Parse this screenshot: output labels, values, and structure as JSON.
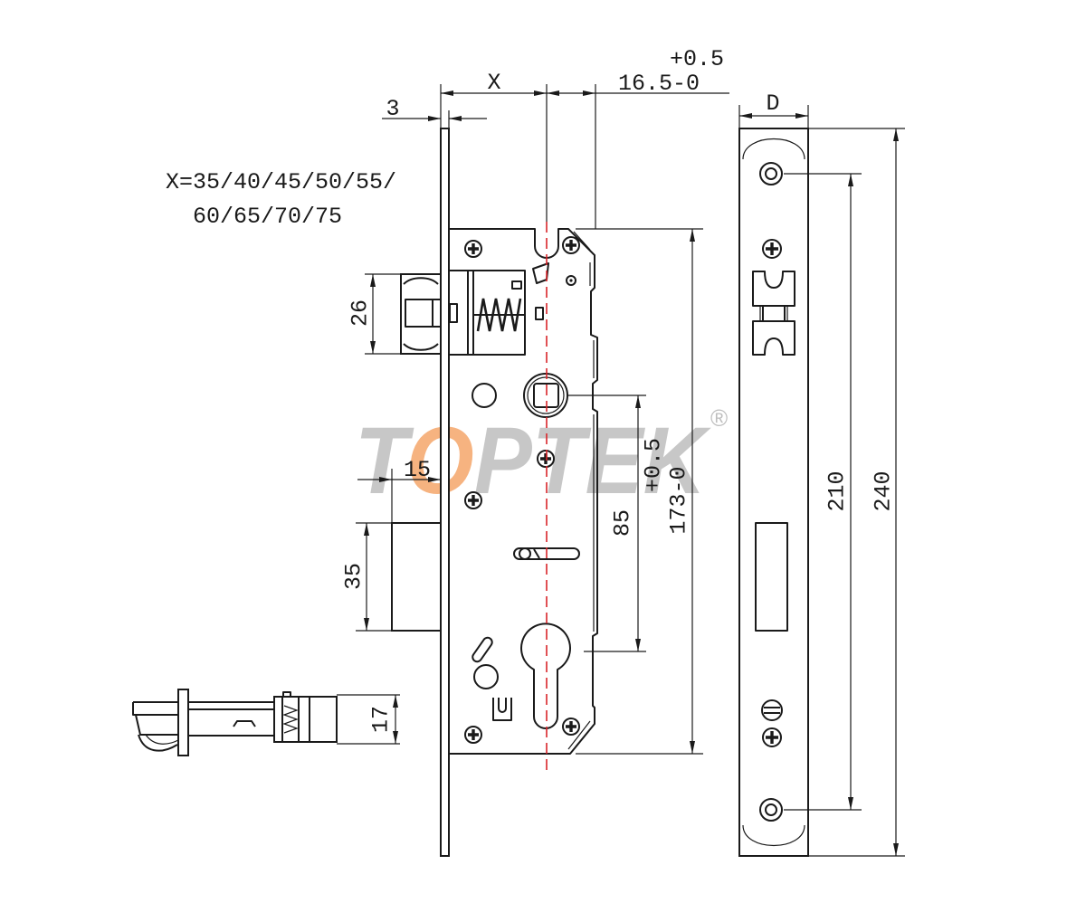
{
  "backset_formula": [
    "X=35/40/45/50/55/",
    "60/65/70/75"
  ],
  "dimensions": {
    "faceplate_thickness": "3",
    "backset": "X",
    "offset_value": "16.5-0",
    "offset_tolerance": "+0.5",
    "faceplate_width": "D",
    "latch_height": "26",
    "deadbolt_throw": "15",
    "deadbolt_height": "35",
    "latch_side_height": "17",
    "center_distance": "85",
    "body_height_value": "173-0",
    "body_height_tolerance": "+0.5",
    "screw_hole_distance": "210",
    "faceplate_length": "240"
  },
  "watermark": {
    "brand": "TOPTEK",
    "registered_mark": "®"
  },
  "colors": {
    "line": "#1a1a1a",
    "center_line": "#d9252a",
    "watermark": "#bdbdbd",
    "watermark_accent": "#f4a66a"
  }
}
